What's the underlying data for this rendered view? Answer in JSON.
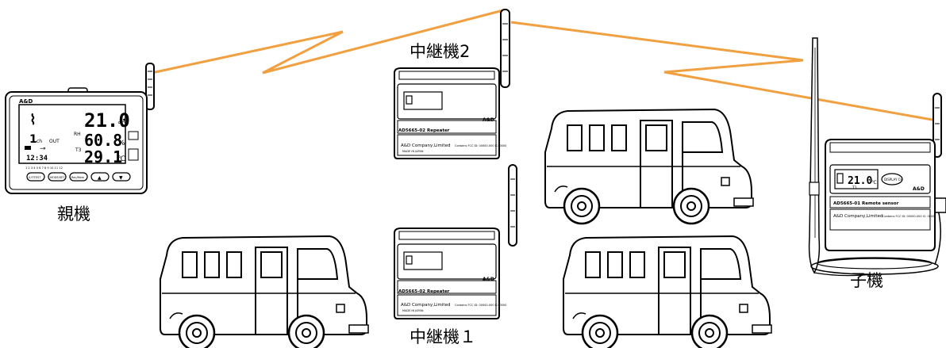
{
  "labels": {
    "base_unit": "親機",
    "repeater_2": "中継機2",
    "repeater_1": "中継機１",
    "remote_unit": "子機"
  },
  "base_display": {
    "brand": "A&D",
    "temp_value": "21.0",
    "temp_unit": "℃",
    "hum_label": "RH",
    "hum_value": "60.8",
    "hum_unit": "%",
    "t3_label": "T3",
    "t3_value": "29.1",
    "t3_unit": "℃",
    "ch_value": "1",
    "ch_sub": "ch",
    "out_label": "OUT",
    "time": "12:34",
    "scale": "1 2 3 4 5 6 7 8 9 10 11 12",
    "buttons": [
      "S.P/TEST",
      "MODE/SET",
      "Rec/Mem",
      "▲",
      "▼"
    ]
  },
  "repeater": {
    "model": "AD5665-02  Repeater",
    "brand": "A&D",
    "company": "A&D Company,Limited",
    "company_sub": "MADE IN JAPAN",
    "fcc": "Contains FCC ID: 00000-000 IC: 0000"
  },
  "remote": {
    "display_value": "21.0",
    "display_unit": "℃",
    "channel": "T1",
    "button": "DISPLAY CH",
    "brand": "A&D",
    "model": "AD5665-01  Remote sensor",
    "company": "A&D Company,Limited",
    "fcc": "Contains FCC ID: 00000-000 IC: 0000"
  },
  "colors": {
    "radio_link": "#f0a040",
    "outline": "#000000",
    "device_fill": "#ffffff"
  }
}
